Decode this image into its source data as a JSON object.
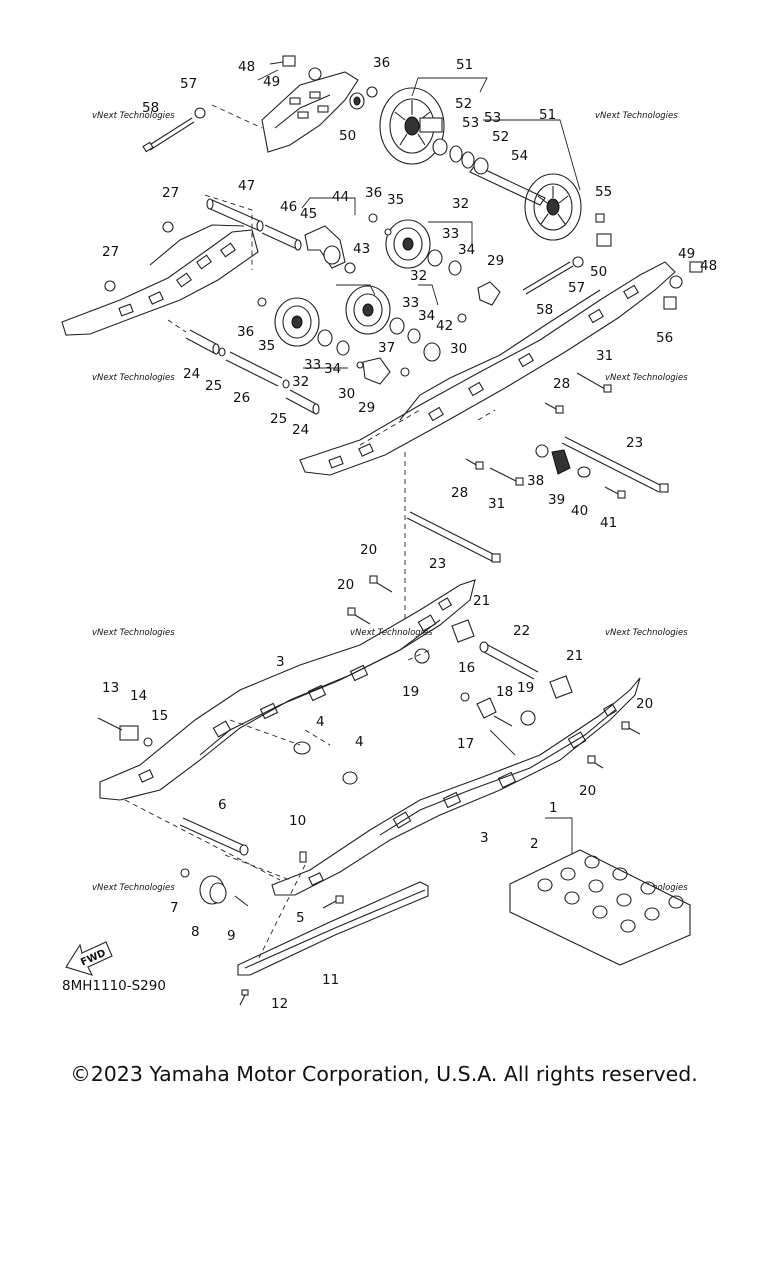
{
  "figure_code": "8MH1110-S290",
  "copyright": "©2023 Yamaha Motor Corporation, U.S.A. All rights reserved.",
  "watermark": "vNext Technologies",
  "fwd_label": "FWD",
  "callouts": {
    "c1": "1",
    "c2": "2",
    "c3a": "3",
    "c3b": "3",
    "c4a": "4",
    "c4b": "4",
    "c5": "5",
    "c6": "6",
    "c7": "7",
    "c8": "8",
    "c9": "9",
    "c10": "10",
    "c11": "11",
    "c12": "12",
    "c13": "13",
    "c14": "14",
    "c15": "15",
    "c16": "16",
    "c17": "17",
    "c18": "18",
    "c19a": "19",
    "c19b": "19",
    "c20a": "20",
    "c20b": "20",
    "c20c": "20",
    "c20d": "20",
    "c21a": "21",
    "c21b": "21",
    "c22": "22",
    "c23a": "23",
    "c23b": "23",
    "c24a": "24",
    "c24b": "24",
    "c25a": "25",
    "c25b": "25",
    "c26": "26",
    "c27a": "27",
    "c27b": "27",
    "c28a": "28",
    "c28b": "28",
    "c29a": "29",
    "c29b": "29",
    "c30a": "30",
    "c30b": "30",
    "c31a": "31",
    "c31b": "31",
    "c32a": "32",
    "c32b": "32",
    "c32c": "32",
    "c33a": "33",
    "c33b": "33",
    "c33c": "33",
    "c34a": "34",
    "c34b": "34",
    "c34c": "34",
    "c35a": "35",
    "c35b": "35",
    "c36a": "36",
    "c36b": "36",
    "c36c": "36",
    "c37": "37",
    "c38": "38",
    "c39": "39",
    "c40": "40",
    "c41": "41",
    "c42": "42",
    "c43": "43",
    "c44": "44",
    "c45": "45",
    "c46": "46",
    "c47": "47",
    "c48a": "48",
    "c48b": "48",
    "c49a": "49",
    "c49b": "49",
    "c50a": "50",
    "c50b": "50",
    "c51a": "51",
    "c51b": "51",
    "c52a": "52",
    "c52b": "52",
    "c53a": "53",
    "c53b": "53",
    "c54": "54",
    "c55": "55",
    "c56": "56",
    "c57a": "57",
    "c57b": "57",
    "c58a": "58",
    "c58b": "58"
  }
}
